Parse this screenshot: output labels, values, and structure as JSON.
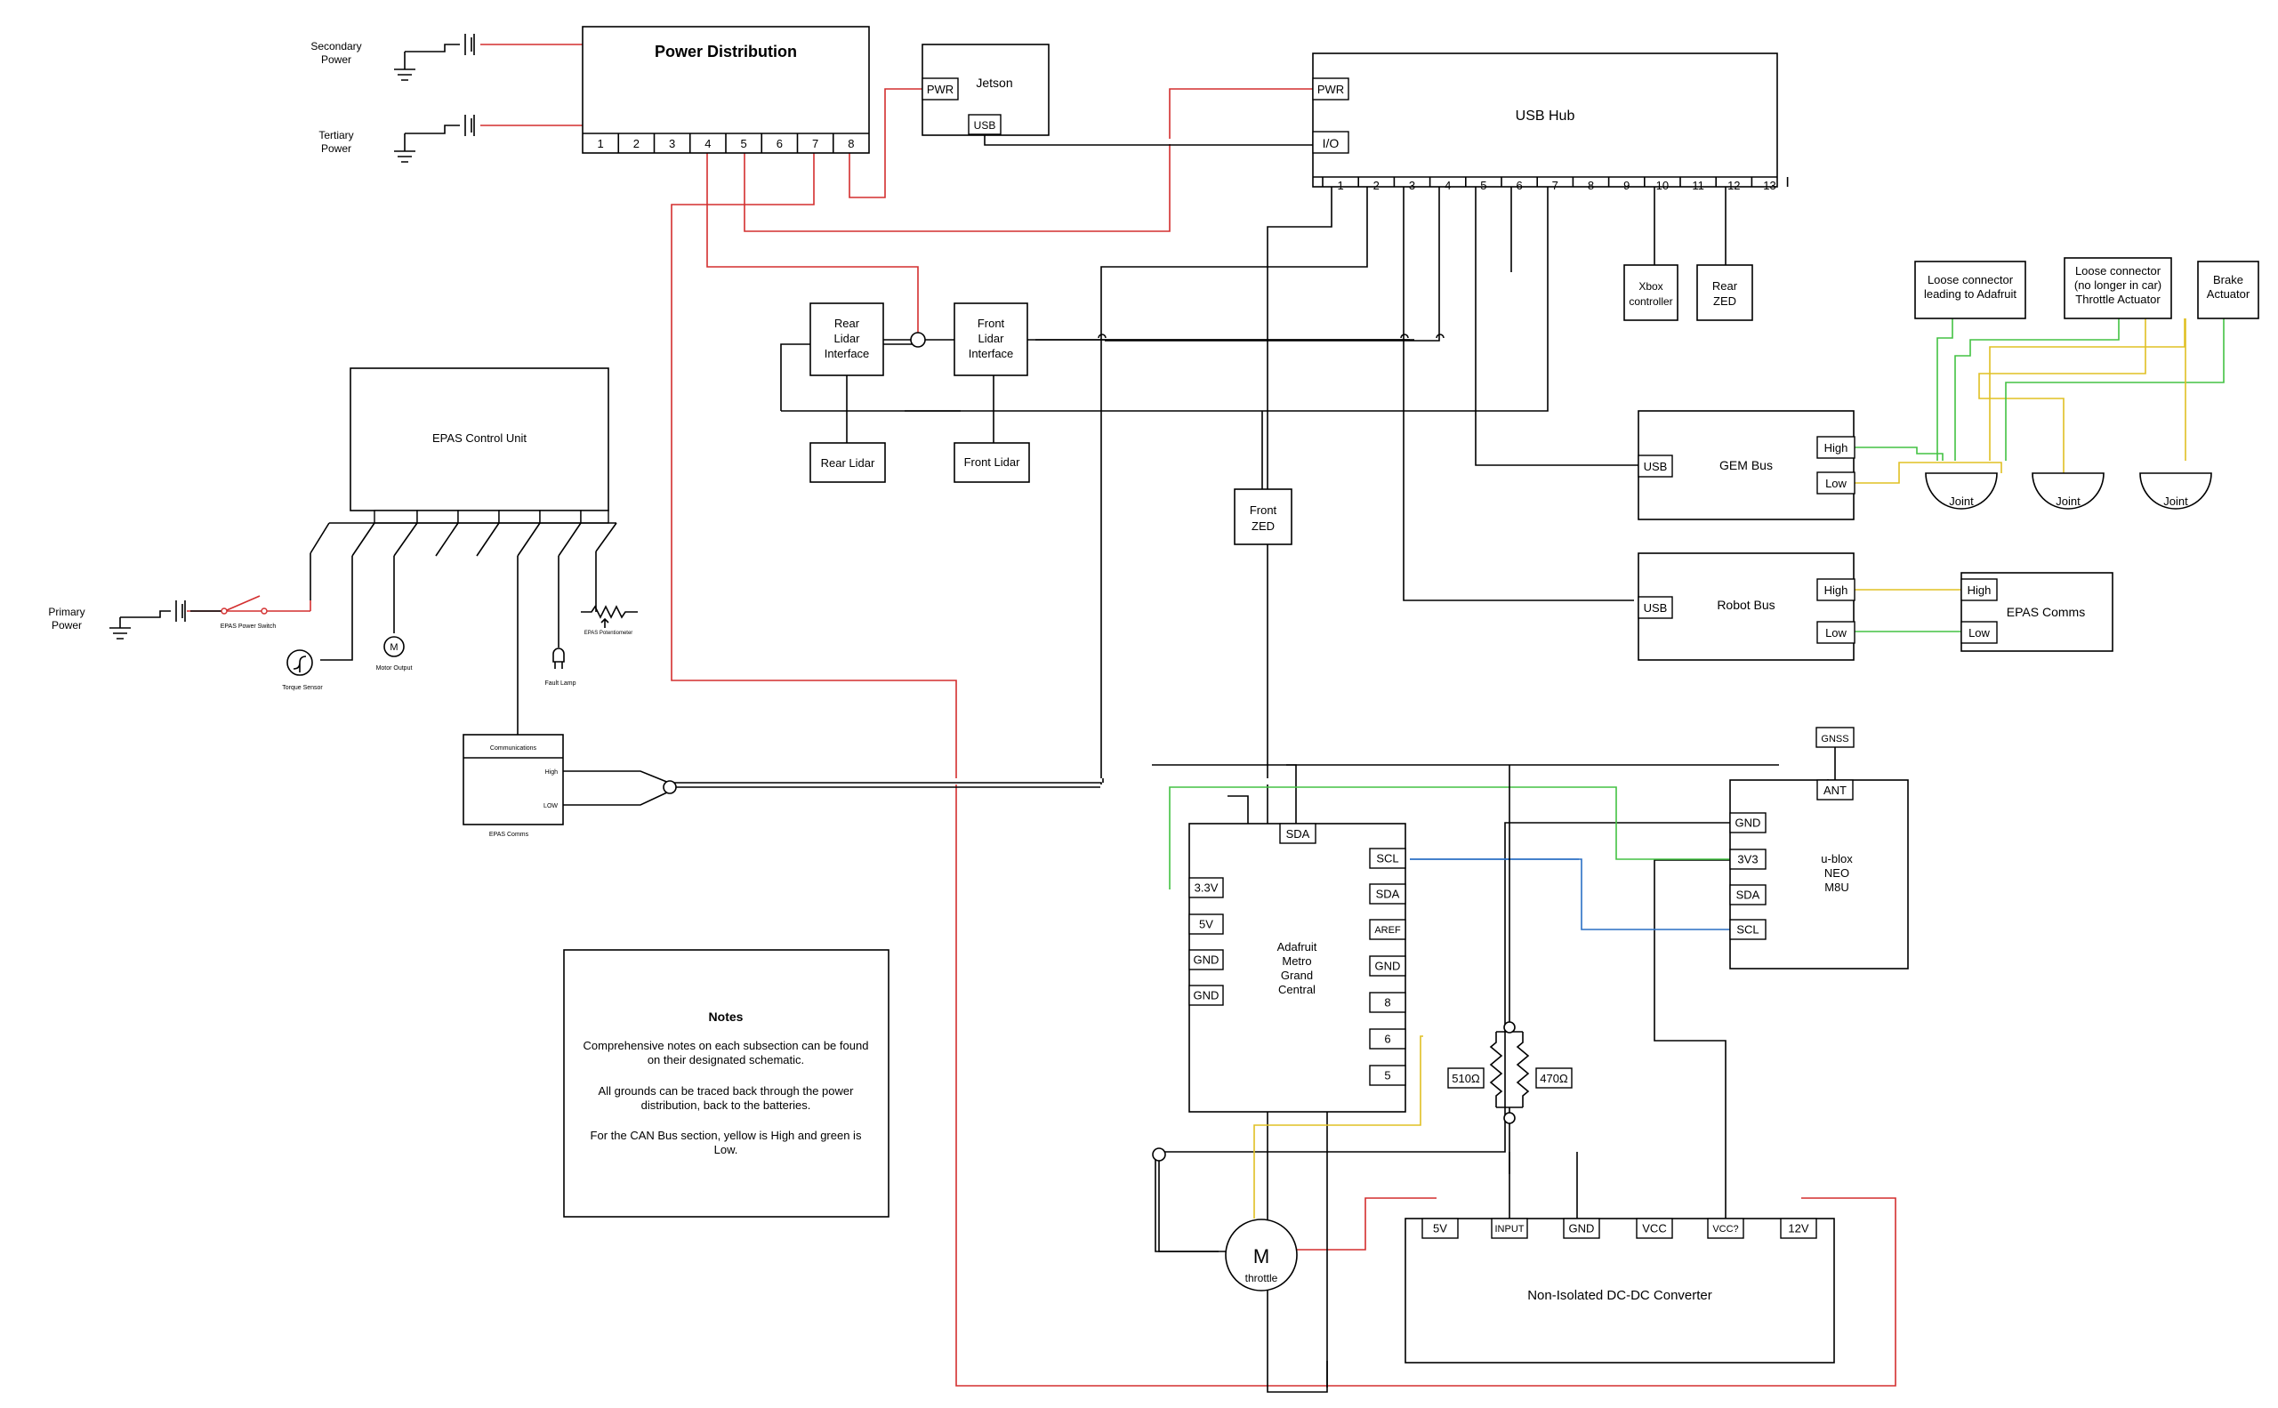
{
  "colors": {
    "power": "#d32f2f",
    "can_high": "#e0c023",
    "can_low": "#43c243",
    "i2c": "#2a6fc4",
    "wire": "#000000"
  },
  "sources": {
    "secondary_power": [
      "Secondary",
      "Power"
    ],
    "tertiary_power": [
      "Tertiary",
      "Power"
    ],
    "primary_power": [
      "Primary",
      "Power"
    ]
  },
  "power_distribution": {
    "title": "Power Distribution",
    "ports": [
      "1",
      "2",
      "3",
      "4",
      "5",
      "6",
      "7",
      "8"
    ]
  },
  "jetson": {
    "title": "Jetson",
    "pwr": "PWR",
    "usb": "USB"
  },
  "usb_hub": {
    "title": "USB Hub",
    "pwr": "PWR",
    "io": "I/O",
    "ports": [
      "1",
      "2",
      "3",
      "4",
      "5",
      "6",
      "7",
      "8",
      "9",
      "10",
      "11",
      "12",
      "13"
    ]
  },
  "xbox": [
    "Xbox",
    "controller"
  ],
  "rear_zed": [
    "Rear",
    "ZED"
  ],
  "front_zed": [
    "Front",
    "ZED"
  ],
  "rear_lidar_interface": [
    "Rear",
    "Lidar",
    "Interface"
  ],
  "front_lidar_interface": [
    "Front",
    "Lidar",
    "Interface"
  ],
  "rear_lidar": "Rear Lidar",
  "front_lidar": "Front Lidar",
  "loose_adafruit": [
    "Loose connector",
    "leading to Adafruit"
  ],
  "loose_throttle": [
    "Loose connector",
    "(no longer in car)",
    "Throttle Actuator"
  ],
  "brake": [
    "Brake",
    "Actuator"
  ],
  "gem_bus": {
    "title": "GEM Bus",
    "usb": "USB",
    "high": "High",
    "low": "Low"
  },
  "robot_bus": {
    "title": "Robot Bus",
    "usb": "USB",
    "high": "High",
    "low": "Low"
  },
  "joints": [
    "Joint",
    "Joint",
    "Joint"
  ],
  "epas_comms_box": {
    "title": "EPAS Comms",
    "high": "High",
    "low": "Low"
  },
  "epas_control_unit": "EPAS Control Unit",
  "epas_power_switch": "EPAS Power Switch",
  "torque_sensor": "Torque Sensor",
  "motor_output": "Motor Output",
  "motor_symbol": "M",
  "fault_lamp": "Fault Lamp",
  "epas_potentiometer": "EPAS Potentiometer",
  "epas_comms_small": {
    "header": "Communications",
    "high": "High",
    "low": "LOW",
    "caption": "EPAS Comms"
  },
  "notes": {
    "title": "Notes",
    "p1": [
      "Comprehensive notes on each subsection can be found",
      "on their designated schematic."
    ],
    "p2": [
      "All grounds can be traced back through the power",
      "distribution, back to the batteries."
    ],
    "p3": [
      "For the CAN Bus section, yellow is High and green is",
      "Low."
    ]
  },
  "adafruit": {
    "title": [
      "Adafruit",
      "Metro",
      "Grand",
      "Central"
    ],
    "sda_top": "SDA",
    "left_pins": [
      "3.3V",
      "5V",
      "GND",
      "GND"
    ],
    "right_pins": [
      "SCL",
      "SDA",
      "AREF",
      "GND",
      "8",
      "6",
      "5"
    ]
  },
  "ublox": {
    "title": [
      "u-blox",
      "NEO",
      "M8U"
    ],
    "gnss": "GNSS",
    "ant": "ANT",
    "pins": [
      "GND",
      "3V3",
      "SDA",
      "SCL"
    ]
  },
  "resistors": [
    "510Ω",
    "470Ω"
  ],
  "throttle": {
    "symbol": "M",
    "label": "throttle"
  },
  "converter": {
    "title": "Non-Isolated DC-DC Converter",
    "pins": [
      "5V",
      "INPUT",
      "GND",
      "VCC",
      "VCC?",
      "12V"
    ]
  }
}
